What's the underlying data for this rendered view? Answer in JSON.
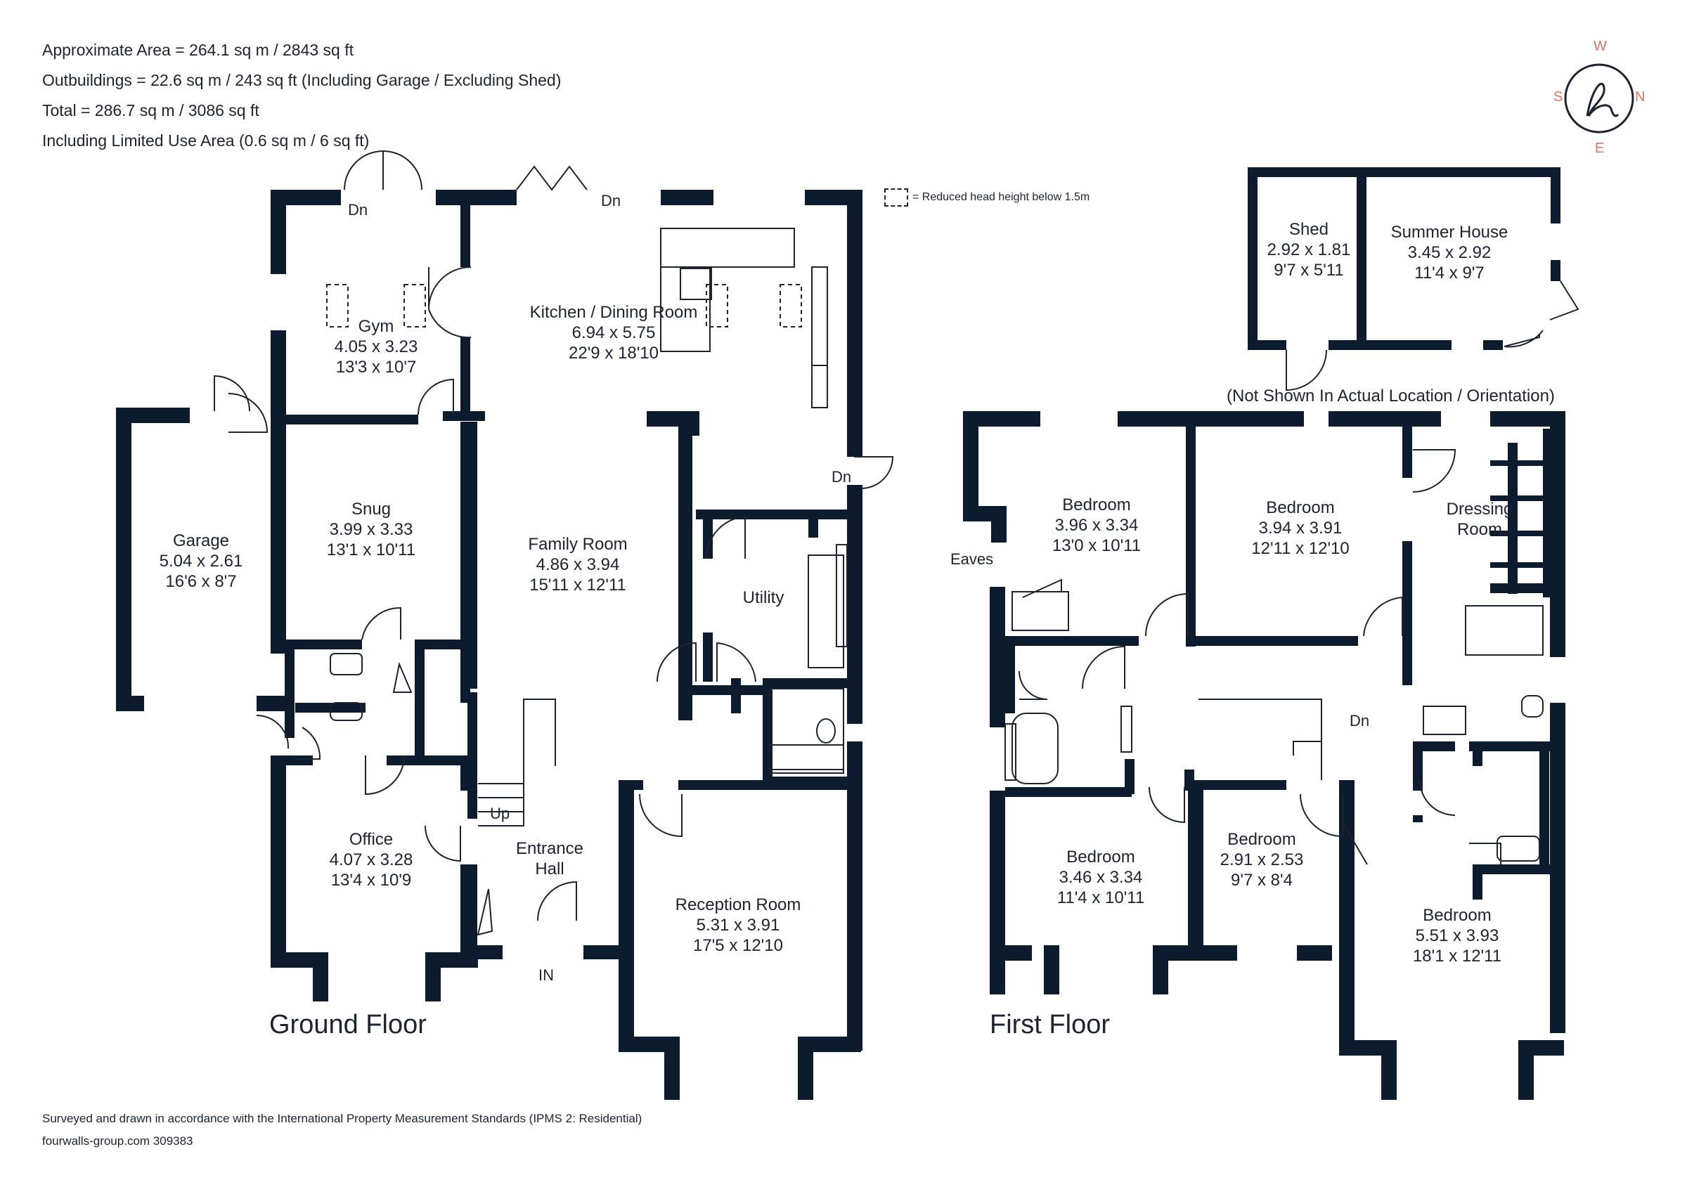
{
  "header": {
    "approx_area": "Approximate Area = 264.1 sq m / 2843 sq ft",
    "outbuildings": "Outbuildings = 22.6 sq m / 243 sq ft (Including Garage / Excluding Shed)",
    "total": "Total = 286.7 sq m / 3086 sq ft",
    "limited_use": "Including Limited Use Area (0.6 sq m / 6 sq ft)"
  },
  "legend": {
    "text": "= Reduced head height below 1.5m"
  },
  "compass": {
    "w": "W",
    "s": "S",
    "n": "N",
    "e": "E",
    "logo": "h",
    "color": "#e0735e"
  },
  "colors": {
    "wall": "#0d1b2e",
    "ink": "#1d2330",
    "accent": "#e0735e"
  },
  "ground_floor": {
    "title": "Ground Floor",
    "rooms": {
      "gym": {
        "name": "Gym",
        "metric": "4.05 x 3.23",
        "imperial": "13'3 x 10'7"
      },
      "kitchen": {
        "name": "Kitchen / Dining Room",
        "metric": "6.94 x 5.75",
        "imperial": "22'9 x 18'10"
      },
      "garage": {
        "name": "Garage",
        "metric": "5.04 x 2.61",
        "imperial": "16'6 x 8'7"
      },
      "snug": {
        "name": "Snug",
        "metric": "3.99 x 3.33",
        "imperial": "13'1 x 10'11"
      },
      "family": {
        "name": "Family Room",
        "metric": "4.86 x 3.94",
        "imperial": "15'11 x 12'11"
      },
      "utility": {
        "name": "Utility"
      },
      "office": {
        "name": "Office",
        "metric": "4.07 x 3.28",
        "imperial": "13'4 x 10'9"
      },
      "entrance": {
        "name": "Entrance",
        "name2": "Hall"
      },
      "reception": {
        "name": "Reception Room",
        "metric": "5.31 x 3.91",
        "imperial": "17'5 x 12'10"
      }
    },
    "labels": {
      "dn1": "Dn",
      "dn2": "Dn",
      "dn3": "Dn",
      "up": "Up",
      "in": "IN"
    }
  },
  "first_floor": {
    "title": "First Floor",
    "rooms": {
      "bed1": {
        "name": "Bedroom",
        "metric": "3.96 x 3.34",
        "imperial": "13'0 x 10'11"
      },
      "bed2": {
        "name": "Bedroom",
        "metric": "3.94 x 3.91",
        "imperial": "12'11 x 12'10"
      },
      "dressing": {
        "name": "Dressing",
        "name2": "Room"
      },
      "bed3": {
        "name": "Bedroom",
        "metric": "3.46 x 3.34",
        "imperial": "11'4 x 10'11"
      },
      "bed4": {
        "name": "Bedroom",
        "metric": "2.91 x 2.53",
        "imperial": "9'7 x 8'4"
      },
      "bed5": {
        "name": "Bedroom",
        "metric": "5.51 x 3.93",
        "imperial": "18'1 x 12'11"
      }
    },
    "labels": {
      "eaves": "Eaves",
      "dn": "Dn"
    }
  },
  "outbuildings": {
    "shed": {
      "name": "Shed",
      "metric": "2.92 x 1.81",
      "imperial": "9'7 x 5'11"
    },
    "summer": {
      "name": "Summer House",
      "metric": "3.45 x 2.92",
      "imperial": "11'4 x 9'7"
    },
    "note": "(Not Shown In Actual Location / Orientation)"
  },
  "footer": {
    "ipms": "Surveyed and drawn in accordance with the International Property Measurement Standards (IPMS 2: Residential)",
    "ref": "fourwalls-group.com 309383"
  }
}
